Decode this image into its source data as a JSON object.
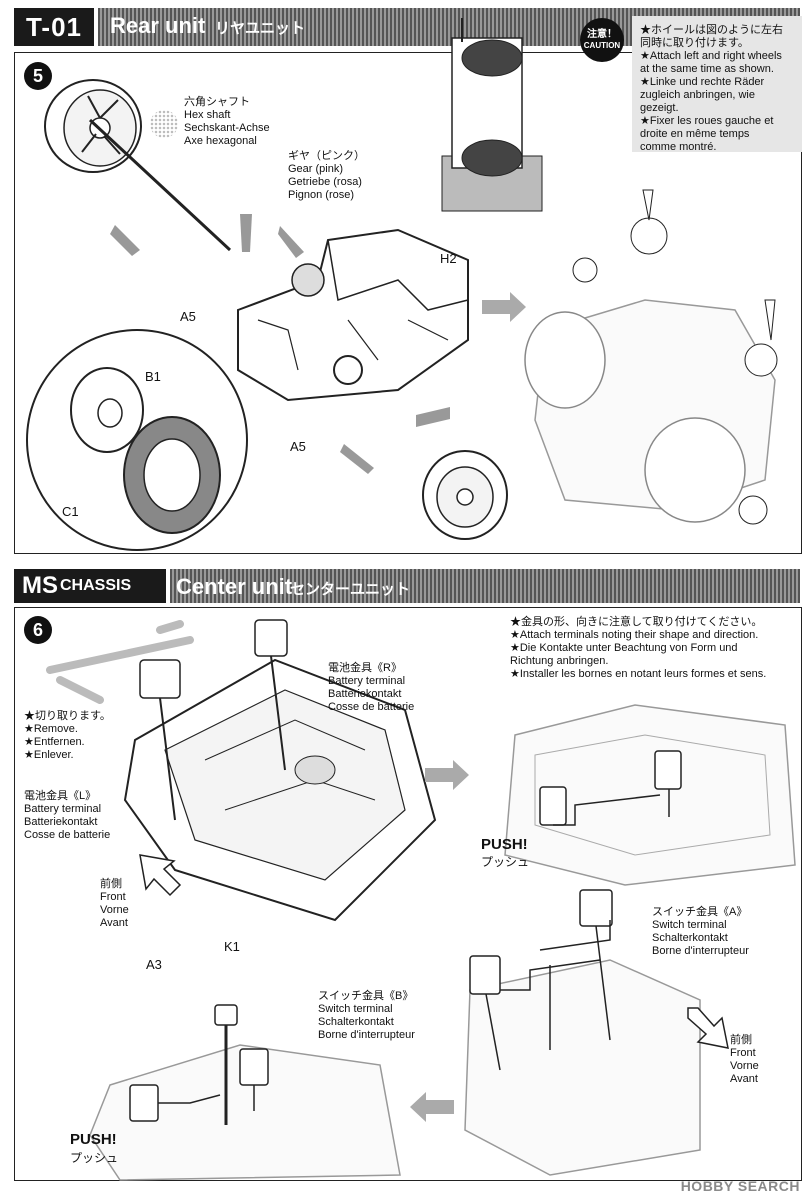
{
  "header1": {
    "code": "T-01",
    "title": "Rear unit",
    "title_jp": "リヤユニット"
  },
  "step5": {
    "number": "5",
    "hex_shaft": [
      "六角シャフト",
      "Hex shaft",
      "Sechskant-Achse",
      "Axe hexagonal"
    ],
    "gear": [
      "ギヤ（ピンク）",
      "Gear (pink)",
      "Getriebe (rosa)",
      "Pignon (rose)"
    ],
    "part_h2": "H2",
    "part_a5_top": "A5",
    "part_a5_bottom": "A5",
    "part_b1": "B1",
    "part_c1": "C1",
    "caution_label_jp": "注意！",
    "caution_label_en": "CAUTION",
    "caution_text": [
      "★ホイールは図のように左右",
      "同時に取り付けます。",
      "★Attach left and right wheels",
      "at the same time as shown.",
      "★Linke und rechte Räder",
      "zugleich anbringen, wie",
      "gezeigt.",
      "★Fixer les roues gauche et",
      "droite en même temps",
      "comme montré."
    ]
  },
  "header2": {
    "logo": "MS",
    "logo_sub": "CHASSIS",
    "title": "Center unit",
    "title_jp": "センターユニット"
  },
  "step6": {
    "number": "6",
    "battery_r": [
      "電池金具《R》",
      "Battery terminal",
      "Batteriekontakt",
      "Cosse de batterie"
    ],
    "battery_l": [
      "電池金具《L》",
      "Battery terminal",
      "Batteriekontakt",
      "Cosse de batterie"
    ],
    "remove": [
      "★切り取ります。",
      "★Remove.",
      "★Entfernen.",
      "★Enlever."
    ],
    "front_left": [
      "前側",
      "Front",
      "Vorne",
      "Avant"
    ],
    "front_right": [
      "前側",
      "Front",
      "Vorne",
      "Avant"
    ],
    "part_k1": "K1",
    "part_a3": "A3",
    "terminal_note": [
      "★金具の形、向きに注意して取り付けてください。",
      "★Attach terminals noting their shape and direction.",
      "★Die Kontakte unter Beachtung von Form und",
      "Richtung anbringen.",
      "★Installer les bornes en notant leurs formes et sens."
    ],
    "push_top": "PUSH!",
    "push_top_jp": "プッシュ",
    "push_bottom": "PUSH!",
    "push_bottom_jp": "プッシュ",
    "switch_a": [
      "スイッチ金具《A》",
      "Switch terminal",
      "Schalterkontakt",
      "Borne d'interrupteur"
    ],
    "switch_b": [
      "スイッチ金具《B》",
      "Switch terminal",
      "Schalterkontakt",
      "Borne d'interrupteur"
    ]
  },
  "watermark": "HOBBY SEARCH"
}
